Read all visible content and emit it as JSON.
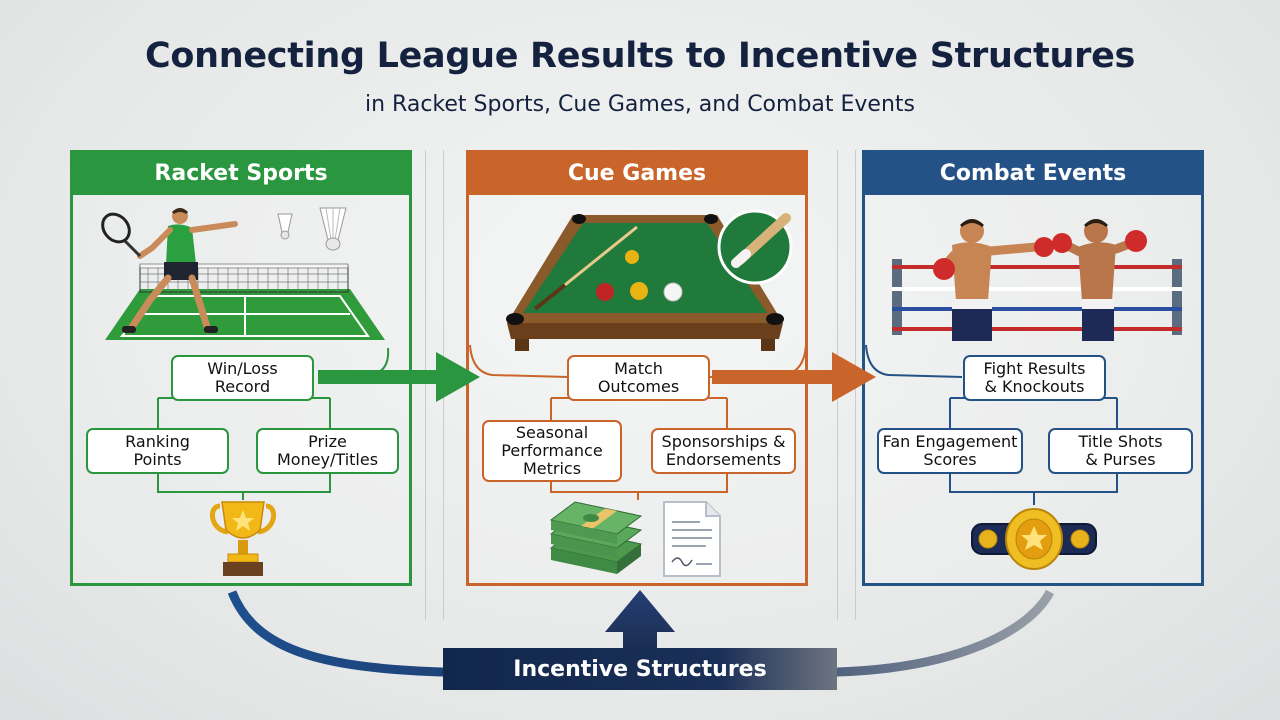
{
  "title": "Connecting League Results to Incentive Structures",
  "subtitle": "in Racket Sports, Cue Games, and Combat Events",
  "colors": {
    "title": "#14223f",
    "racket": "#2a963f",
    "cue": "#c9652b",
    "combat": "#245287",
    "bottom_bar": "#162a4e"
  },
  "panels": {
    "racket": {
      "heading": "Racket Sports",
      "nodes": {
        "top": "Win/Loss\nRecord",
        "left": "Ranking\nPoints",
        "right": "Prize\nMoney/Titles"
      },
      "icon": "trophy-icon"
    },
    "cue": {
      "heading": "Cue Games",
      "nodes": {
        "top": "Match\nOutcomes",
        "left": "Seasonal\nPerformance\nMetrics",
        "right": "Sponsorships &\nEndorsements"
      },
      "icons": [
        "money-stack-icon",
        "contract-document-icon"
      ]
    },
    "combat": {
      "heading": "Combat Events",
      "nodes": {
        "top": "Fight Results\n& Knockouts",
        "left": "Fan Engagement\nScores",
        "right": "Title Shots\n& Purses"
      },
      "icon": "championship-belt-icon"
    }
  },
  "bottom": {
    "label": "Incentive Structures"
  }
}
